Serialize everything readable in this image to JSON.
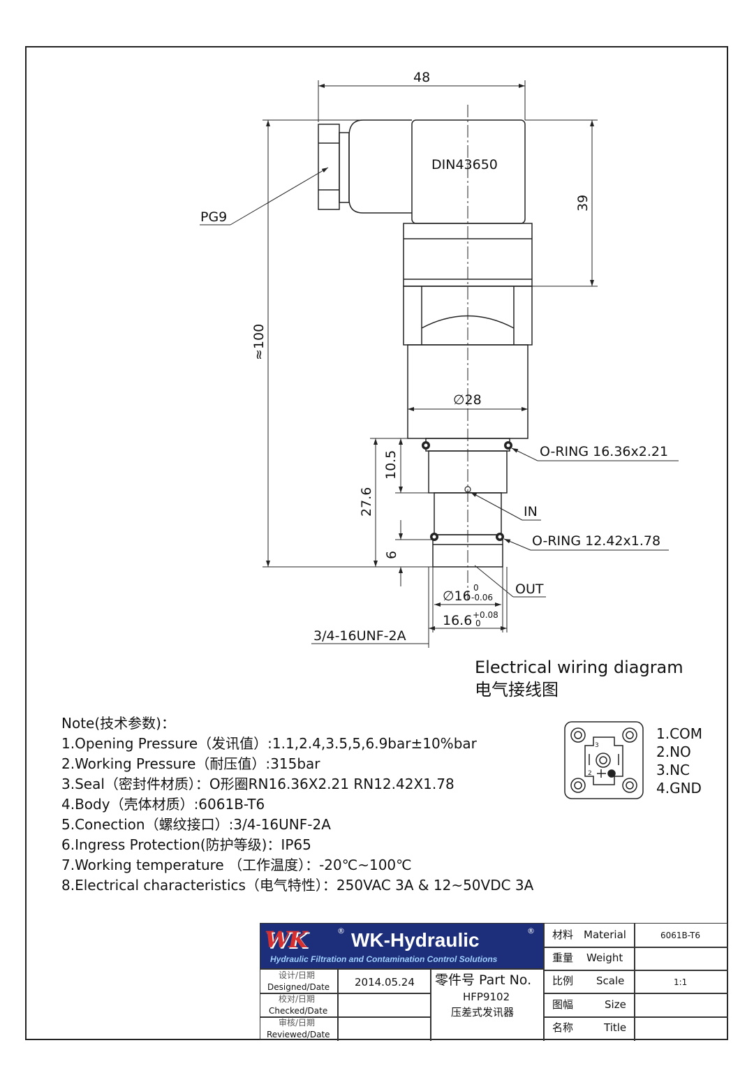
{
  "drawing": {
    "dim_width_top": "48",
    "connector_label": "DIN43650",
    "gland_label": "PG9",
    "dim_upper_height": "39",
    "dim_total_height": "≈100",
    "dim_body_diameter": "∅28",
    "oring_1_label": "O-RING 16.36x2.21",
    "dim_10_5": "10.5",
    "dim_27_6": "27.6",
    "port_in_label": "IN",
    "oring_2_label": "O-RING 12.42x1.78",
    "dim_6": "6",
    "dim_16_main": "∅16",
    "dim_16_tol_upper": "0",
    "dim_16_tol_lower": "-0.06",
    "port_out_label": "OUT",
    "dim_16_6_main": "16.6",
    "dim_16_6_tol_upper": "+0.08",
    "dim_16_6_tol_lower": "0",
    "thread_label": "3/4-16UNF-2A"
  },
  "wiring": {
    "title_en": "Electrical wiring diagram",
    "title_cn": "电气接线图",
    "pins": [
      "1.COM",
      "2.NO",
      "3.NC",
      "4.GND"
    ]
  },
  "notes": {
    "heading": "Note(技术参数)：",
    "items": [
      "1.Opening Pressure（发讯值）:1.1,2.4,3.5,5,6.9bar±10%bar",
      "2.Working Pressure（耐压值）:315bar",
      "3.Seal（密封件材质）：O形圈RN16.36X2.21 RN12.42X1.78",
      "4.Body（壳体材质）:6061B-T6",
      "5.Conection（螺纹接口）:3/4-16UNF-2A",
      "6.Ingress Protection(防护等级)：IP65",
      "7.Working temperature （工作温度）：-20℃~100℃",
      "8.Electrical characteristics（电气特性）：250VAC  3A & 12~50VDC 3A"
    ]
  },
  "title_block": {
    "logo_mark": "WK",
    "company": "WK-Hydraulic",
    "tagline": "Hydraulic Filtration and Contamination Control Solutions",
    "registered": "®",
    "designed_cn": "设计/日期",
    "designed_en": "Designed/Date",
    "designed_value": "2014.05.24",
    "checked_cn": "校对/日期",
    "checked_en": "Checked/Date",
    "reviewed_cn": "审核/日期",
    "reviewed_en": "Reviewed/Date",
    "part_no_label": "零件号 Part No.",
    "part_no_value": "HFP9102",
    "part_name": "压差式发讯器",
    "material_cn": "材料",
    "material_en": "Material",
    "material_value": "6061B-T6",
    "weight_cn": "重量",
    "weight_en": "Weight",
    "scale_cn": "比例",
    "scale_en": "Scale",
    "scale_value": "1:1",
    "size_cn": "图幅",
    "size_en": "Size",
    "title_cn": "名称",
    "title_en": "Title"
  }
}
